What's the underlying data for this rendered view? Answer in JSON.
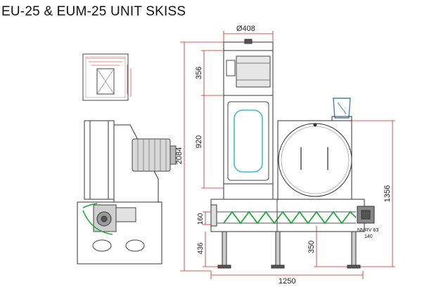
{
  "title": "EU-25 & EUM-25 UNIT SKISS",
  "dimensions": {
    "top_diameter": "Ø408",
    "height_356": "356",
    "height_920": "920",
    "total_height": "2084",
    "right_height": "1356",
    "screw_160": "160",
    "base_436": "436",
    "base_350": "350",
    "width_1250": "1250"
  },
  "motor_label_line1": "NMRV 63",
  "motor_label_line2": "140",
  "colors": {
    "red_dimension": "#d22020",
    "green_screw": "#22a83a",
    "cyan_window": "#3cc0cc",
    "blue_hopper": "#4a7fc0"
  }
}
